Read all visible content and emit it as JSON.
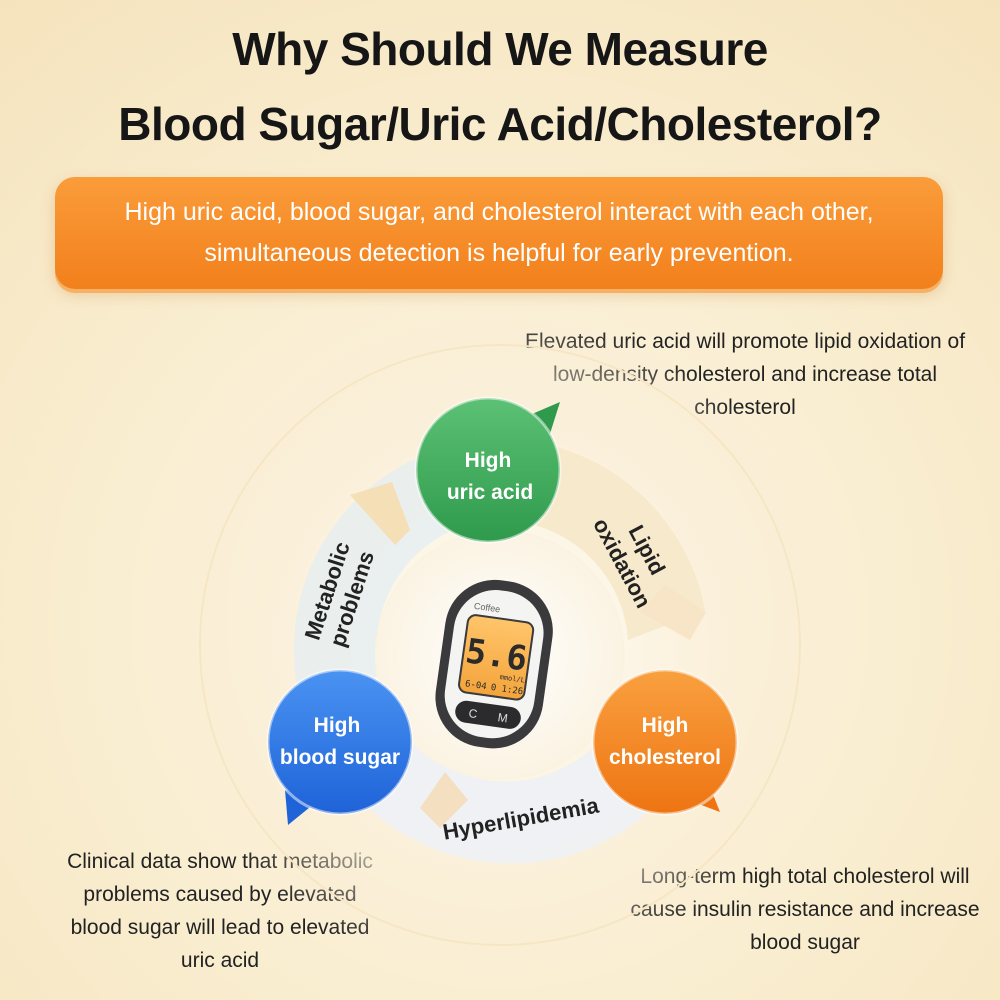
{
  "header": {
    "title_line1": "Why Should We Measure",
    "title_line2": "Blood Sugar/Uric Acid/Cholesterol?"
  },
  "banner": {
    "text": "High uric acid, blood sugar, and cholesterol interact with each other,  simultaneous detection is helpful for early prevention."
  },
  "bubbles": {
    "uric_acid": {
      "line1": "High",
      "line2": "uric acid",
      "color": "#3fa85a"
    },
    "blood_sugar": {
      "line1": "High",
      "line2": "blood sugar",
      "color": "#2f7be6"
    },
    "cholesterol": {
      "line1": "High",
      "line2": "cholesterol",
      "color": "#f2861f"
    }
  },
  "arcs": {
    "lipid_line1": "Lipid",
    "lipid_line2": "oxidation",
    "metabolic_line1": "Metabolic",
    "metabolic_line2": "problems",
    "hyperlipidemia": "Hyperlipidemia"
  },
  "descriptions": {
    "top": "Elevated uric acid will promote lipid oxidation of low-density cholesterol and increase total cholesterol",
    "left": "Clinical data show that metabolic problems caused by elevated blood sugar will lead to elevated uric acid",
    "right": "Long-term high total cholesterol will cause insulin resistance and increase blood sugar"
  },
  "meter": {
    "brand": "Coffee",
    "reading": "5.6",
    "unit": "mmol/L",
    "date": "6-04",
    "time": "0 1:26",
    "button_c": "C",
    "button_m": "M"
  }
}
